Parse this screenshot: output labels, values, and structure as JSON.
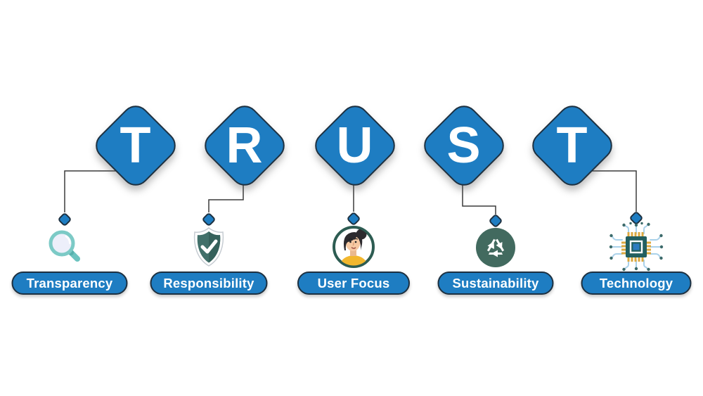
{
  "title": "TRUST",
  "colors": {
    "blue": "#1e7dc2",
    "navy": "#1d3040",
    "line": "#3b3b3b",
    "shield-green": "#41706a",
    "shield-green-dark": "#35615b",
    "recycle-green": "#426a5f",
    "avatar-ring": "#2d5c52",
    "hair-black": "#2c2a2e",
    "skin": "#f6c9a3",
    "shirt-yellow": "#f2b72e",
    "chip-teal": "#225f60",
    "chip-pin-gold": "#dca83f",
    "chip-trace-blue": "#a9d1ea",
    "chip-dot": "#3c6a6a",
    "chip-core-blue": "#2e7cc1",
    "magnifier-teal": "#7ccac6",
    "magnifier-handle": "#6cc3bf",
    "magnifier-glass": "#edeffa",
    "text-white": "#ffffff"
  },
  "items": [
    {
      "letter": "T",
      "label": "Transparency",
      "icon": "magnifier-search-icon"
    },
    {
      "letter": "R",
      "label": "Responsibility",
      "icon": "shield-check-icon"
    },
    {
      "letter": "U",
      "label": "User Focus",
      "icon": "person-avatar-icon"
    },
    {
      "letter": "S",
      "label": "Sustainability",
      "icon": "recycle-icon"
    },
    {
      "letter": "T",
      "label": "Technology",
      "icon": "microchip-icon"
    }
  ]
}
